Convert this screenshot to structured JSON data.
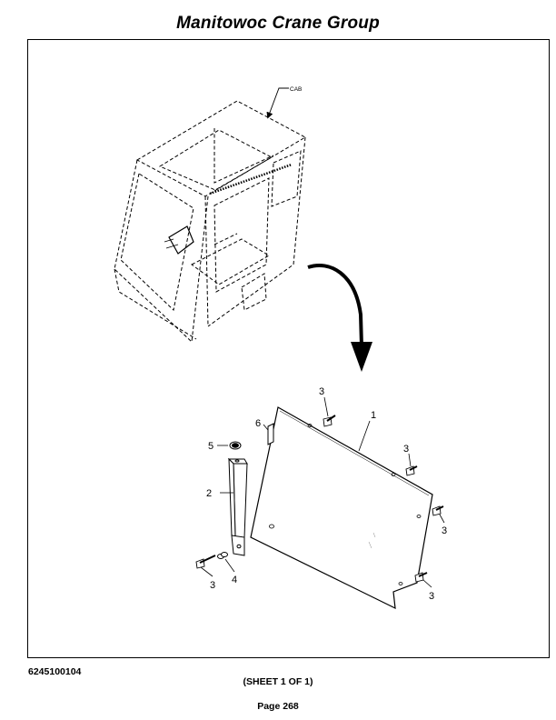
{
  "header": {
    "title": "Manitowoc Crane Group"
  },
  "diagram": {
    "cab_label": "CAB",
    "callouts": {
      "panel": "1",
      "bracket": "2",
      "screw_top": "3",
      "screw_right_upper": "3",
      "screw_right_mid": "3",
      "screw_right_lower": "3",
      "screw_bottom_left": "3",
      "lockwasher": "4",
      "grommet": "5",
      "pad": "6"
    }
  },
  "footer": {
    "drawing_number": "6245100104",
    "sheet": "(SHEET 1 OF 1)",
    "page": "Page 268"
  }
}
